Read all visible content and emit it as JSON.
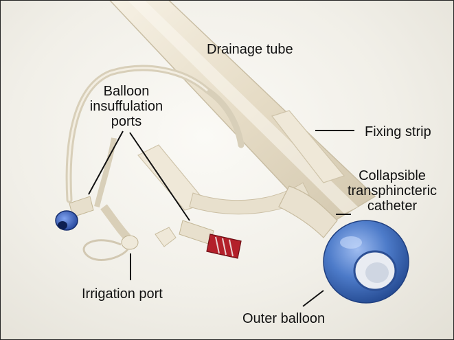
{
  "labels": {
    "drainage_tube": "Drainage tube",
    "balloon_insufflation_ports": "Balloon\ninsuffulation\nports",
    "fixing_strip": "Fixing strip",
    "collapsible_catheter": "Collapsible\ntransphincteric\ncatheter",
    "irrigation_port": "Irrigation port",
    "outer_balloon": "Outer balloon"
  },
  "colors": {
    "background": "#f1efe8",
    "tube": "#ece5d3",
    "balloon": "#4d7bc9",
    "blue_cap": "#2f5ec8",
    "red_cap": "#b3202a",
    "leader_line": "#111111"
  }
}
